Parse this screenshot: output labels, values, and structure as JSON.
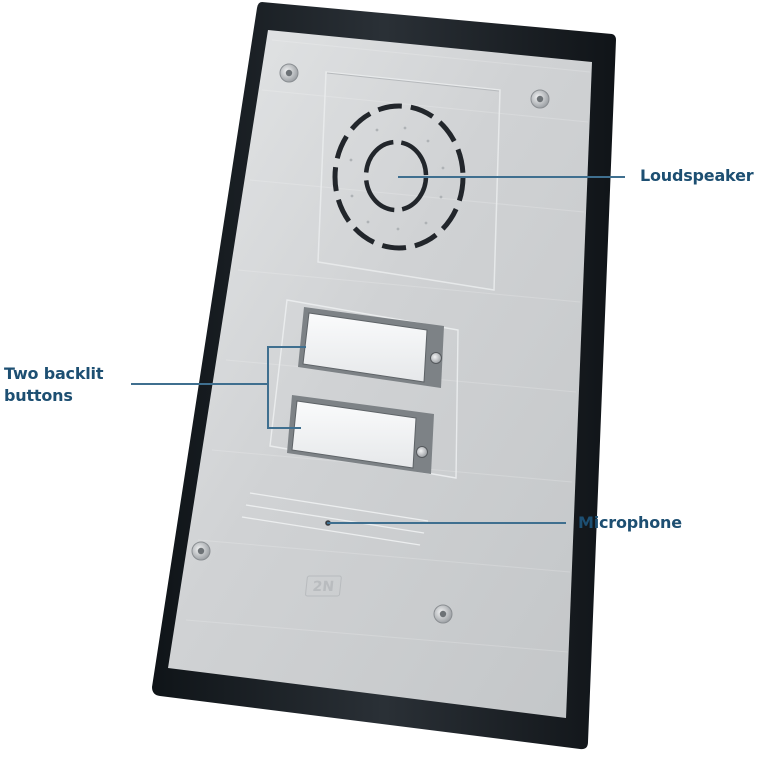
{
  "brand_logo": "2N",
  "callouts": {
    "loudspeaker": "Loudspeaker",
    "buttons": {
      "line1": "Two backlit",
      "line2": "buttons"
    },
    "microphone": "Microphone"
  },
  "colors": {
    "callout_text": "#1d4f72",
    "callout_line": "#3f6f8f",
    "frame": "#1b2127",
    "plate": "#d4d6d8",
    "speaker_slots": "#22262b"
  }
}
